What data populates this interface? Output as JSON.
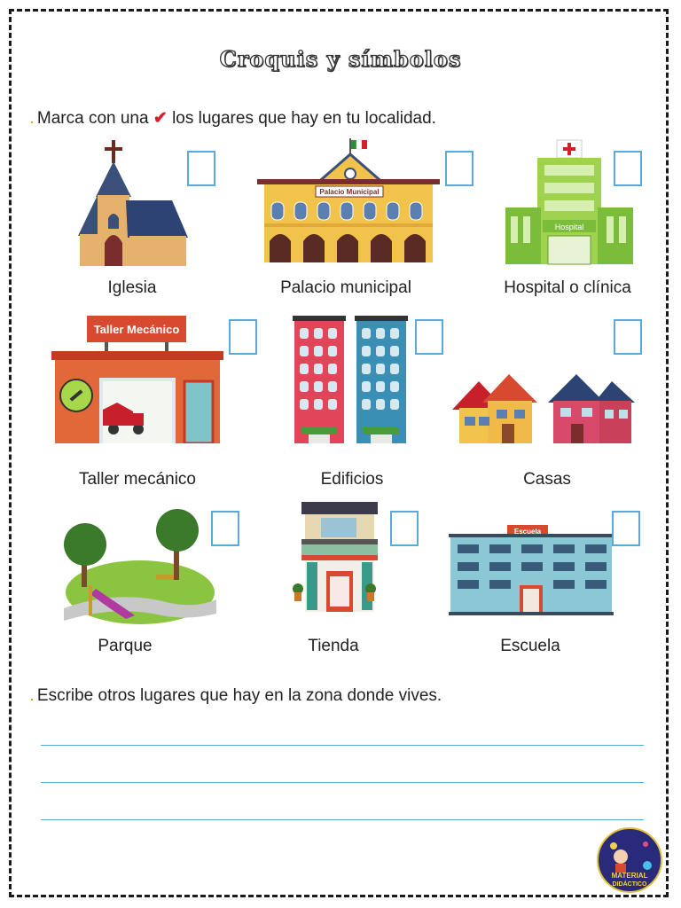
{
  "title": "Croquis y símbolos",
  "instructions": {
    "first_before": "Marca con una",
    "first_after": "los lugares que hay en tu localidad.",
    "second": "Escribe otros lugares que hay en la zona donde vives."
  },
  "places": [
    {
      "label": "Iglesia"
    },
    {
      "label": "Palacio municipal",
      "sign": "Palacio Municipal"
    },
    {
      "label": "Hospital o clínica",
      "sign": "Hospital"
    },
    {
      "label": "Taller mecánico",
      "sign": "Taller Mecánico"
    },
    {
      "label": "Edificios"
    },
    {
      "label": "Casas"
    },
    {
      "label": "Parque"
    },
    {
      "label": "Tienda"
    },
    {
      "label": "Escuela",
      "sign": "Escuela"
    }
  ],
  "logo": {
    "line1": "MATERIAL",
    "line2": "DIDÁCTICO"
  },
  "colors": {
    "accent": "#5aa9dc",
    "check": "#d3202a"
  }
}
